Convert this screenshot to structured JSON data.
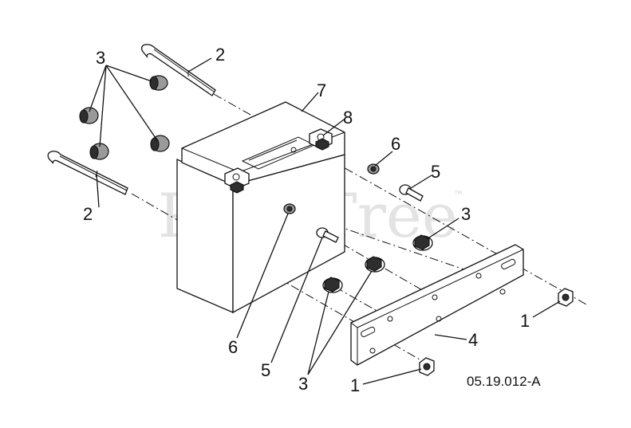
{
  "watermark": {
    "text": "PartsTree",
    "trademark": "™"
  },
  "figure_id": "05.19.012-A",
  "callouts": [
    {
      "id": "callout-3-top",
      "text": "3"
    },
    {
      "id": "callout-2-top",
      "text": "2"
    },
    {
      "id": "callout-7",
      "text": "7"
    },
    {
      "id": "callout-8",
      "text": "8"
    },
    {
      "id": "callout-6-right",
      "text": "6"
    },
    {
      "id": "callout-5-right",
      "text": "5"
    },
    {
      "id": "callout-2-left",
      "text": "2"
    },
    {
      "id": "callout-3-right",
      "text": "3"
    },
    {
      "id": "callout-1-right",
      "text": "1"
    },
    {
      "id": "callout-4",
      "text": "4"
    },
    {
      "id": "callout-6-bottom",
      "text": "6"
    },
    {
      "id": "callout-5-bottom",
      "text": "5"
    },
    {
      "id": "callout-3-bottom",
      "text": "3"
    },
    {
      "id": "callout-1-bottom",
      "text": "1"
    }
  ]
}
